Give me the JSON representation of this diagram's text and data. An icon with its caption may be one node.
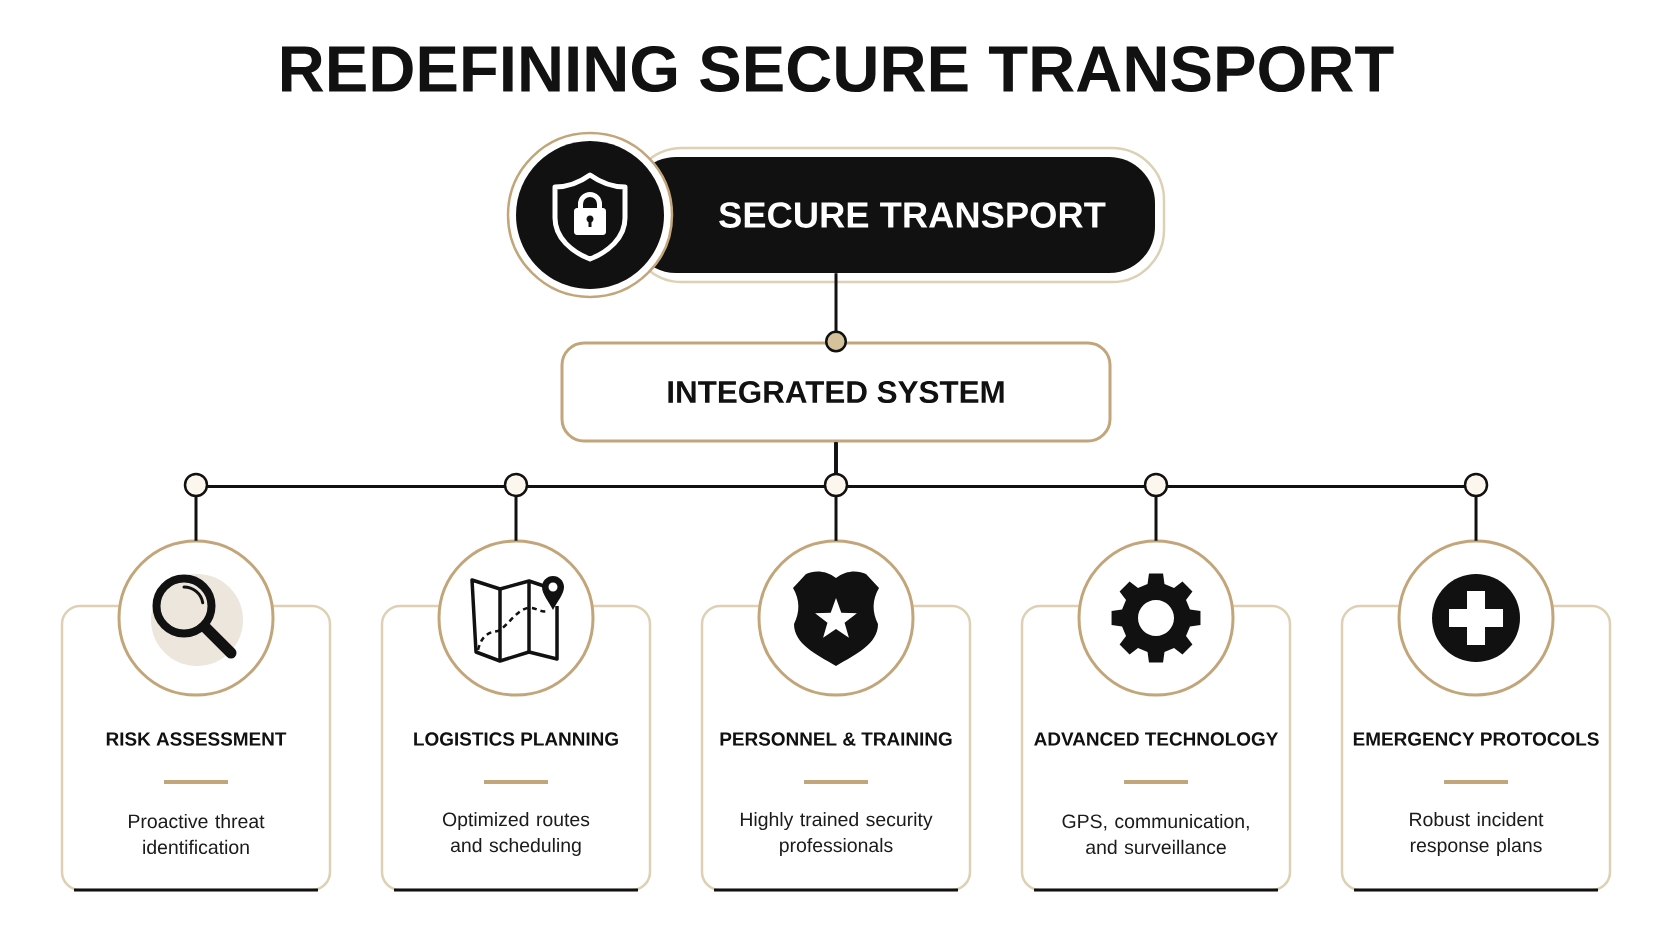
{
  "diagram": {
    "title": "REDEFINING SECURE TRANSPORT",
    "nodes": [
      {
        "text": [
          "SECURE TRANSPORT"
        ]
      },
      {
        "text": [
          "INTEGRATED SYSTEM"
        ]
      },
      {
        "text": [
          "RISK ASSESSMENT",
          "Proactive threat identification"
        ]
      },
      {
        "text": [
          "LOGISTICS PLANNING",
          "Optimized routes and scheduling"
        ]
      },
      {
        "text": [
          "PERSONNEL & TRAINING",
          "Highly trained security professionals"
        ]
      },
      {
        "text": [
          "ADVANCED TECHNOLOGY",
          "GPS, communication, and surveillance"
        ]
      },
      {
        "text": [
          "EMERGENCY PROTOCOLS",
          "Robust incident response plans"
        ]
      }
    ],
    "edges": [
      {
        "from": 0,
        "to": 1,
        "arrow": "other"
      },
      {
        "from": 1,
        "to": 2,
        "arrow": "none"
      },
      {
        "from": 1,
        "to": 3,
        "arrow": "none"
      },
      {
        "from": 1,
        "to": 4,
        "arrow": "none"
      },
      {
        "from": 1,
        "to": 5,
        "arrow": "none"
      },
      {
        "from": 1,
        "to": 6,
        "arrow": "none"
      }
    ]
  }
}
